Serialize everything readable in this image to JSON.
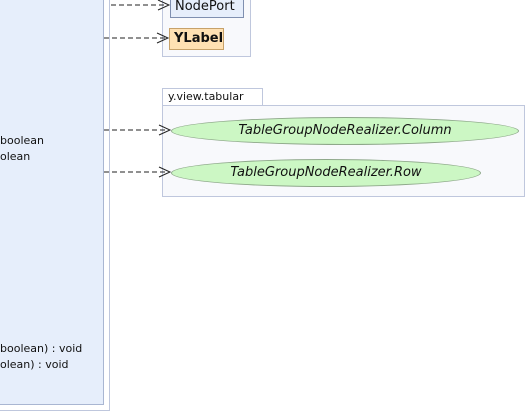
{
  "main_class": {
    "members": [
      "boolean",
      "olean",
      "boolean) : void",
      "olean) : void"
    ]
  },
  "package_top": {
    "classes": [
      "NodePort",
      "YLabel"
    ]
  },
  "package_tabular": {
    "name": "y.view.tabular",
    "classes": [
      "TableGroupNodeRealizer.Column",
      "TableGroupNodeRealizer.Row"
    ]
  },
  "colors": {
    "class_fill": "#e6eefb",
    "highlight_fill": "#ffe1b3",
    "inner_class_fill": "#ccf7c4",
    "package_fill": "#f8f9fc",
    "border": "#bfc7dd"
  }
}
